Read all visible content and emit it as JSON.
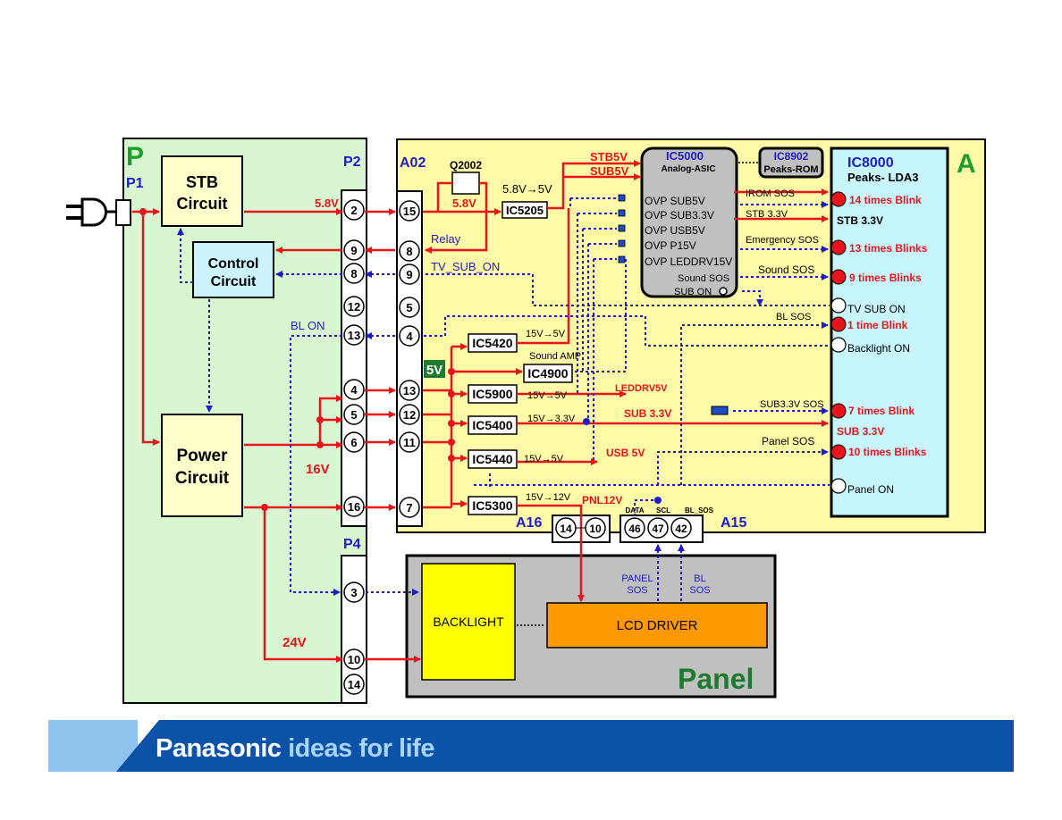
{
  "blocks": {
    "p": {
      "letter": "P",
      "p1": "P1",
      "p2": "P2",
      "p4": "P4"
    },
    "a": {
      "letter": "A",
      "a02": "A02",
      "a16": "A16",
      "a15": "A15"
    },
    "stb": {
      "line1": "STB",
      "line2": "Circuit"
    },
    "control": {
      "line1": "Control",
      "line2": "Circuit"
    },
    "power": {
      "line1": "Power",
      "line2": "Circuit"
    },
    "panel": {
      "title": "Panel",
      "backlight": "BACKLIGHT",
      "lcd_driver": "LCD DRIVER",
      "panel_sos_1": "PANEL",
      "panel_sos_2": "SOS",
      "bl_sos_1": "BL",
      "bl_sos_2": "SOS"
    }
  },
  "pins": {
    "p2": [
      "2",
      "9",
      "8",
      "12",
      "13",
      "4",
      "5",
      "6",
      "16"
    ],
    "a02": [
      "15",
      "8",
      "9",
      "5",
      "4",
      "13",
      "12",
      "11",
      "7"
    ],
    "p4": [
      "3",
      "10",
      "14"
    ],
    "a16": [
      "14",
      "10"
    ],
    "a15": [
      "46",
      "47",
      "42"
    ]
  },
  "ics": {
    "ic5205": "IC5205",
    "ic5420": "IC5420",
    "ic4900": "IC4900",
    "ic5900": "IC5900",
    "ic5400": "IC5400",
    "ic5440": "IC5440",
    "ic5300": "IC5300",
    "q2002": "Q2002",
    "ic5000": {
      "name": "IC5000",
      "sub": "Analog-ASIC",
      "ovp": [
        "OVP SUB5V",
        "OVP SUB3.3V",
        "OVP USB5V",
        "OVP P15V",
        "OVP LEDDRV15V"
      ],
      "sound_sos": "Sound SOS",
      "sub_on": "SUB ON"
    },
    "ic8902": {
      "name": "IC8902",
      "sub": "Peaks-ROM"
    },
    "ic8000": {
      "name": "IC8000",
      "sub": "Peaks- LDA3"
    }
  },
  "labels": {
    "v58": "5.8V",
    "v58_q": "5.8V",
    "v58_to_5": "5.8V→5V",
    "relay": "Relay",
    "tv_sub_on": "TV_SUB_ON",
    "bl_on": "BL ON",
    "v16": "16V",
    "v24": "24V",
    "v5_tag": "5V",
    "stb5v": "STB5V",
    "sub5v": "SUB5V",
    "conv_5420": "15V→5V",
    "sound_amp": "Sound AMP",
    "leddrv5v": "LEDDRV5V",
    "conv_5900": "15V→5V",
    "sub33v": "SUB 3.3V",
    "conv_5400": "15V→3.3V",
    "usb5v": "USB 5V",
    "conv_5440": "15V→5V",
    "conv_5300": "15V→12V",
    "pnl12v": "PNL12V",
    "data": "DATA",
    "scl": "SCL",
    "bl_sos_pin": "BL_SOS",
    "irom_sos": "IROM SOS",
    "stb33v_line": "STB 3.3V",
    "emergency_sos": "Emergency SOS",
    "sound_sos": "Sound SOS",
    "bl_sos": "BL SOS",
    "sub33v_sos": "SUB3.3V SOS",
    "panel_sos": "Panel SOS"
  },
  "outputs": {
    "blink14": "14 times Blink",
    "stb33v": "STB 3.3V",
    "blink13": "13 times Blinks",
    "blink9": "9 times Blinks",
    "tv_sub_on": "TV SUB ON",
    "blink1": "1 time Blink",
    "backlight_on": "Backlight ON",
    "blink7": "7 times Blink",
    "sub33v": "SUB 3.3V",
    "blink10": "10 times Blinks",
    "panel_on": "Panel ON"
  },
  "footer": {
    "brand": "Panasonic",
    "tagline": "ideas for life"
  },
  "colors": {
    "red": "#e8141c",
    "blue": "#1c1ccc",
    "green": "#1e9e2e",
    "block_p": "#d8f7d0",
    "block_a": "#fffaa8",
    "cyan": "#c8f6ff",
    "orange": "#ff9900",
    "yellow": "#ffff00",
    "footer_blue": "#0b52a8"
  }
}
